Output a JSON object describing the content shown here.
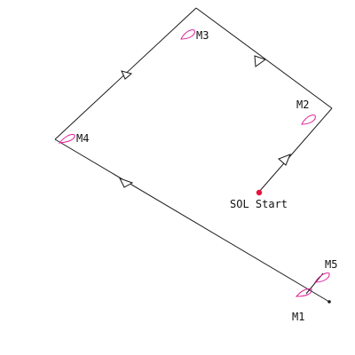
{
  "colors": {
    "line": "#1a1a1a",
    "mark": "#e0219a",
    "start": "#e8123c",
    "background": "#ffffff"
  },
  "labels": {
    "start": "SOL Start",
    "m1": "M1",
    "m2": "M2",
    "m3": "M3",
    "m4": "M4",
    "m5": "M5"
  }
}
